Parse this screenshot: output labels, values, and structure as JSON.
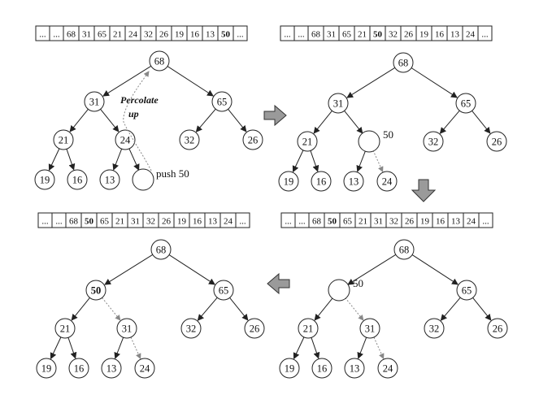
{
  "panels": [
    {
      "id": "step1",
      "array": [
        "...",
        "...",
        "68",
        "31",
        "65",
        "21",
        "24",
        "32",
        "26",
        "19",
        "16",
        "13",
        "50",
        "..."
      ],
      "bold": [
        12
      ],
      "nodes": [
        {
          "key": "n68",
          "label": "68"
        },
        {
          "key": "n31",
          "label": "31"
        },
        {
          "key": "n65",
          "label": "65"
        },
        {
          "key": "n21",
          "label": "21"
        },
        {
          "key": "n24",
          "label": "24"
        },
        {
          "key": "n32",
          "label": "32"
        },
        {
          "key": "n26",
          "label": "26"
        },
        {
          "key": "n19",
          "label": "19"
        },
        {
          "key": "n16",
          "label": "16"
        },
        {
          "key": "n13",
          "label": "13"
        },
        {
          "key": "nhole",
          "label": ""
        }
      ],
      "annotations": {
        "percolate": [
          "Percolate",
          "up"
        ],
        "push": "push 50"
      }
    },
    {
      "id": "step2",
      "array": [
        "...",
        "...",
        "68",
        "31",
        "65",
        "21",
        "50",
        "32",
        "26",
        "19",
        "16",
        "13",
        "24",
        "..."
      ],
      "bold": [
        6
      ],
      "nodes": [
        {
          "key": "n68",
          "label": "68"
        },
        {
          "key": "n31",
          "label": "31"
        },
        {
          "key": "n65",
          "label": "65"
        },
        {
          "key": "n21",
          "label": "21"
        },
        {
          "key": "nhole",
          "label": ""
        },
        {
          "key": "n32",
          "label": "32"
        },
        {
          "key": "n26",
          "label": "26"
        },
        {
          "key": "n19",
          "label": "19"
        },
        {
          "key": "n16",
          "label": "16"
        },
        {
          "key": "n13",
          "label": "13"
        },
        {
          "key": "n24",
          "label": "24"
        }
      ],
      "annotations": {
        "side": "50"
      }
    },
    {
      "id": "step3",
      "array": [
        "...",
        "...",
        "68",
        "50",
        "65",
        "21",
        "31",
        "32",
        "26",
        "19",
        "16",
        "13",
        "24",
        "..."
      ],
      "bold": [
        3
      ],
      "nodes": [
        {
          "key": "n68",
          "label": "68"
        },
        {
          "key": "nhole",
          "label": ""
        },
        {
          "key": "n65",
          "label": "65"
        },
        {
          "key": "n21",
          "label": "21"
        },
        {
          "key": "n31",
          "label": "31"
        },
        {
          "key": "n32",
          "label": "32"
        },
        {
          "key": "n26",
          "label": "26"
        },
        {
          "key": "n19",
          "label": "19"
        },
        {
          "key": "n16",
          "label": "16"
        },
        {
          "key": "n13",
          "label": "13"
        },
        {
          "key": "n24",
          "label": "24"
        }
      ],
      "annotations": {
        "side": "50"
      }
    },
    {
      "id": "step4",
      "array": [
        "...",
        "...",
        "68",
        "50",
        "65",
        "21",
        "31",
        "32",
        "26",
        "19",
        "16",
        "13",
        "24",
        "..."
      ],
      "bold": [
        3
      ],
      "nodes": [
        {
          "key": "n68",
          "label": "68"
        },
        {
          "key": "n50",
          "label": "50"
        },
        {
          "key": "n65",
          "label": "65"
        },
        {
          "key": "n21",
          "label": "21"
        },
        {
          "key": "n31",
          "label": "31"
        },
        {
          "key": "n32",
          "label": "32"
        },
        {
          "key": "n26",
          "label": "26"
        },
        {
          "key": "n19",
          "label": "19"
        },
        {
          "key": "n16",
          "label": "16"
        },
        {
          "key": "n13",
          "label": "13"
        },
        {
          "key": "n24",
          "label": "24"
        }
      ],
      "bold_nodes": [
        1
      ],
      "annotations": {}
    }
  ],
  "arrow_colors": {
    "fill": "#9a9a9a",
    "stroke": "#333333"
  }
}
